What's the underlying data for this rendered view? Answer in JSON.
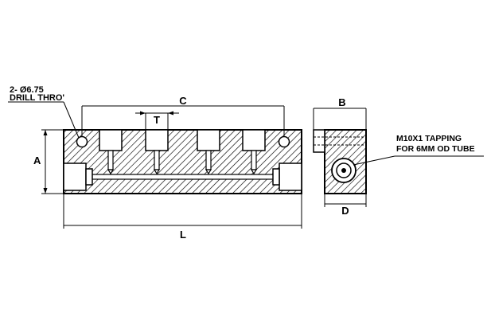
{
  "annotations": {
    "drill_count": "2- Ø6.75",
    "drill_note": "DRILL THRO'",
    "tapping_spec": "M10X1 TAPPING",
    "tapping_note": "FOR 6MM OD TUBE"
  },
  "dimensions": {
    "length": "L",
    "height": "A",
    "hole_spacing": "C",
    "port_width": "T",
    "side_width": "B",
    "side_depth": "D"
  },
  "colors": {
    "ink": "#000000",
    "paper": "#ffffff"
  }
}
